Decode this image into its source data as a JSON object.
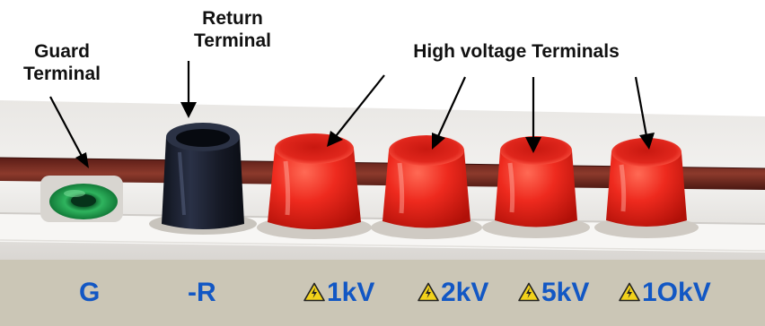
{
  "labels": {
    "guard": [
      "Guard",
      "Terminal"
    ],
    "return": [
      "Return",
      "Terminal"
    ],
    "high_voltage": "High voltage Terminals"
  },
  "legend": {
    "g": "G",
    "r": "-R",
    "kv1": "1kV",
    "kv2": "2kV",
    "kv5": "5kV",
    "kv10": "1OkV"
  },
  "colors": {
    "terminal_red": "#e8221c",
    "terminal_black": "#1a1f2e",
    "terminal_green": "#1e9a48",
    "legend_text": "#1257c4",
    "legend_bg": "#cbc6b6",
    "warning_yellow": "#f2d21a"
  }
}
